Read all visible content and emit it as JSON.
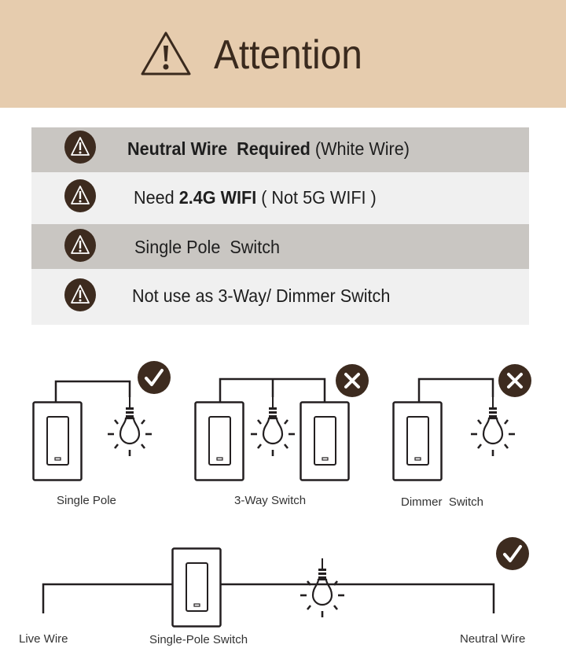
{
  "header": {
    "title": "Attention",
    "icon": "warning-triangle-icon",
    "background": "#e6ccae"
  },
  "requirements": [
    {
      "bold": "Neutral Wire  Required",
      "text": " (White Wire)"
    },
    {
      "prefix": "Need ",
      "bold": "2.4G WIFI",
      "text": " ( Not 5G WIFI )"
    },
    {
      "text": "Single Pole  Switch"
    },
    {
      "text": "Not use as 3-Way/ Dimmer Switch"
    }
  ],
  "diagrams": {
    "single_pole": {
      "label": "Single Pole",
      "status": "check-icon"
    },
    "three_way": {
      "label": "3-Way Switch",
      "status": "x-icon"
    },
    "dimmer": {
      "label": "Dimmer  Switch",
      "status": "x-icon"
    }
  },
  "wiring": {
    "live_label": "Live Wire",
    "switch_label": "Single-Pole Switch",
    "neutral_label": "Neutral Wire",
    "status": "check-icon"
  },
  "colors": {
    "badge": "#3d2b1f",
    "row_dark": "#c9c6c2",
    "row_light": "#f0f0f0"
  }
}
